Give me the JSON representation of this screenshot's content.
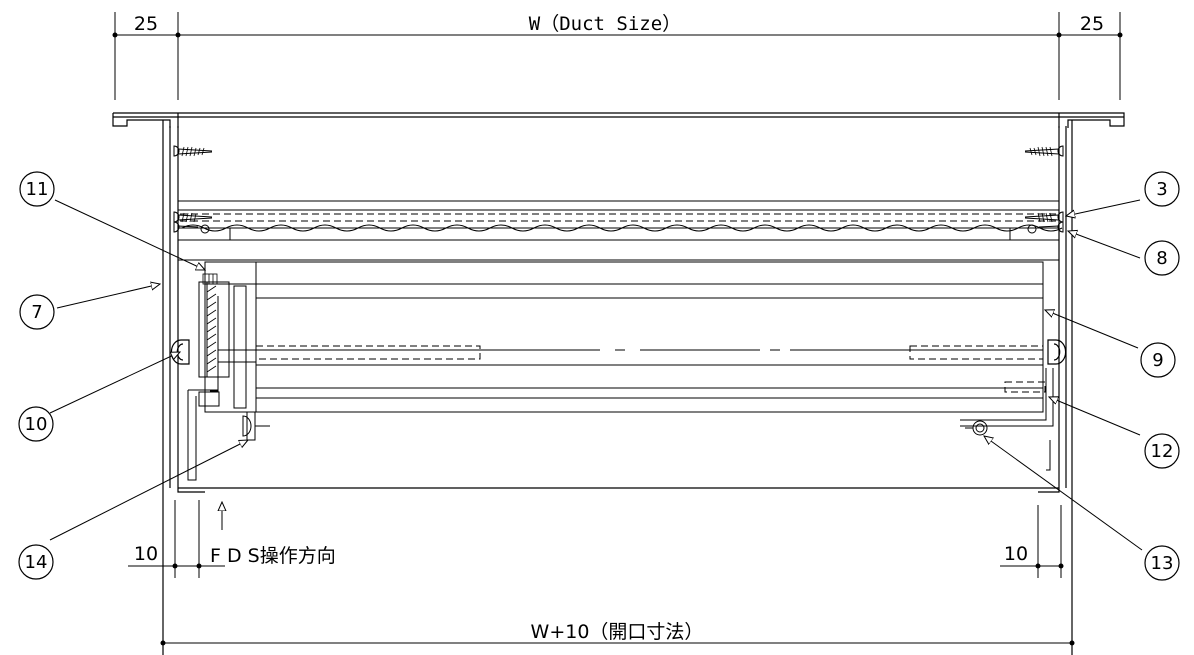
{
  "dimensions": {
    "top_left": "25",
    "top_center": "W（Duct Size）",
    "top_right": "25",
    "bottom_left": "10",
    "bottom_right": "10",
    "bottom_overall": "W+10（開口寸法）"
  },
  "notes": {
    "operation_direction": "F D S操作方向"
  },
  "balloons": [
    "11",
    "7",
    "10",
    "14",
    "3",
    "8",
    "9",
    "12",
    "13"
  ]
}
